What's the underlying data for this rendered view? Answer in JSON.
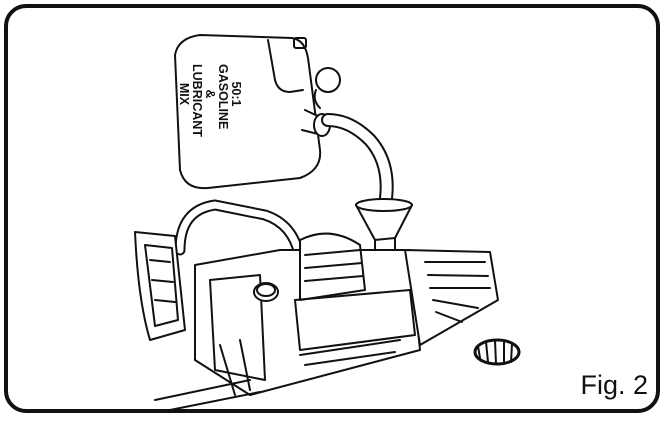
{
  "figure": {
    "label": "Fig. 2"
  },
  "fuel_can": {
    "label_lines": [
      "50:1",
      "GASOLINE",
      "& LUBRICANT",
      "MIX"
    ]
  },
  "colors": {
    "stroke": "#111111",
    "background": "#ffffff"
  },
  "icons": [
    "fuel-can-icon",
    "funnel-icon",
    "chainsaw-icon",
    "fuel-cap-icon"
  ]
}
